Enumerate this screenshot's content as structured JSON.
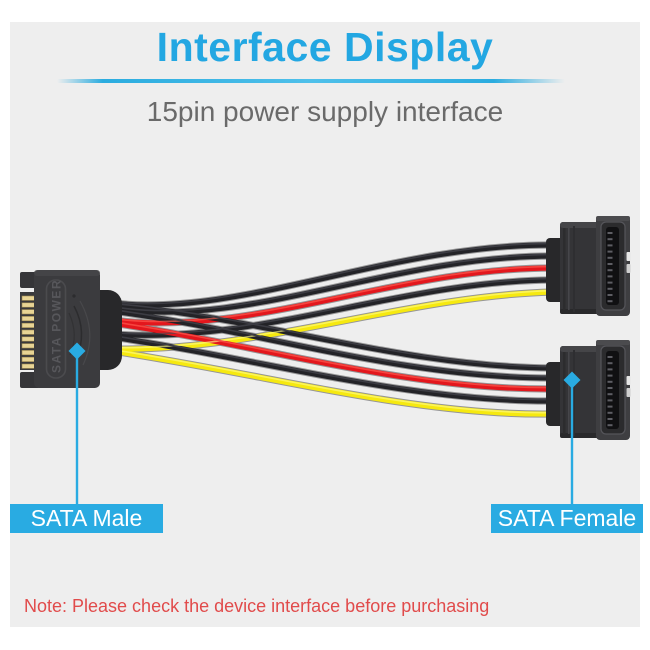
{
  "header": {
    "title": "Interface Display",
    "subtitle": "15pin power supply interface"
  },
  "product": {
    "male_connector_embossed_text": "SATA POWER",
    "male_label": "SATA Male",
    "female_label": "SATA Female"
  },
  "note": {
    "text": "Note: Please check the device interface before purchasing"
  },
  "colors": {
    "accent": "#29abe2",
    "title_blue": "#23a7e2",
    "note_red": "#e14b4b",
    "panel_gray": "#eeeeee",
    "wire_black": "#232327",
    "wire_red": "#e3171d",
    "wire_yellow": "#f6e90f",
    "connector_body": "#3a3a3d",
    "pin_gold": "#e8d494"
  }
}
